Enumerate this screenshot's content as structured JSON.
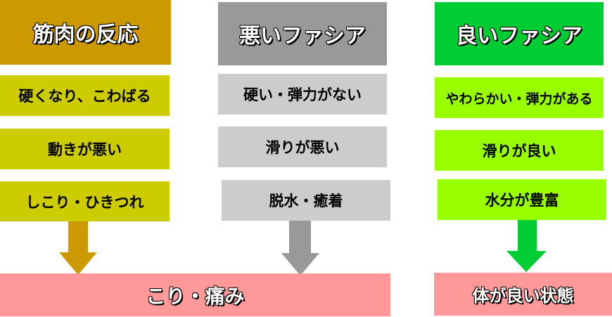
{
  "colors": {
    "muscle_header": "#CC9900",
    "muscle_item": "#CCCC00",
    "bad_header": "#999999",
    "bad_item": "#CCCCCC",
    "good_header": "#00CC33",
    "good_item": "#99FF00",
    "outcome": "#FF9999"
  },
  "columns": [
    {
      "header": "筋肉の反応",
      "items": [
        "硬くなり、こわばる",
        "動きが悪い",
        "しこり・ひきつれ"
      ]
    },
    {
      "header": "悪いファシア",
      "items": [
        "硬い・弾力がない",
        "滑りが悪い",
        "脱水・癒着"
      ]
    },
    {
      "header": "良いファシア",
      "items": [
        "やわらかい・弾力がある",
        "滑りが良い",
        "水分が豊富"
      ]
    }
  ],
  "outcomes": {
    "bad": "こり・痛み",
    "good": "体が良い状態"
  }
}
